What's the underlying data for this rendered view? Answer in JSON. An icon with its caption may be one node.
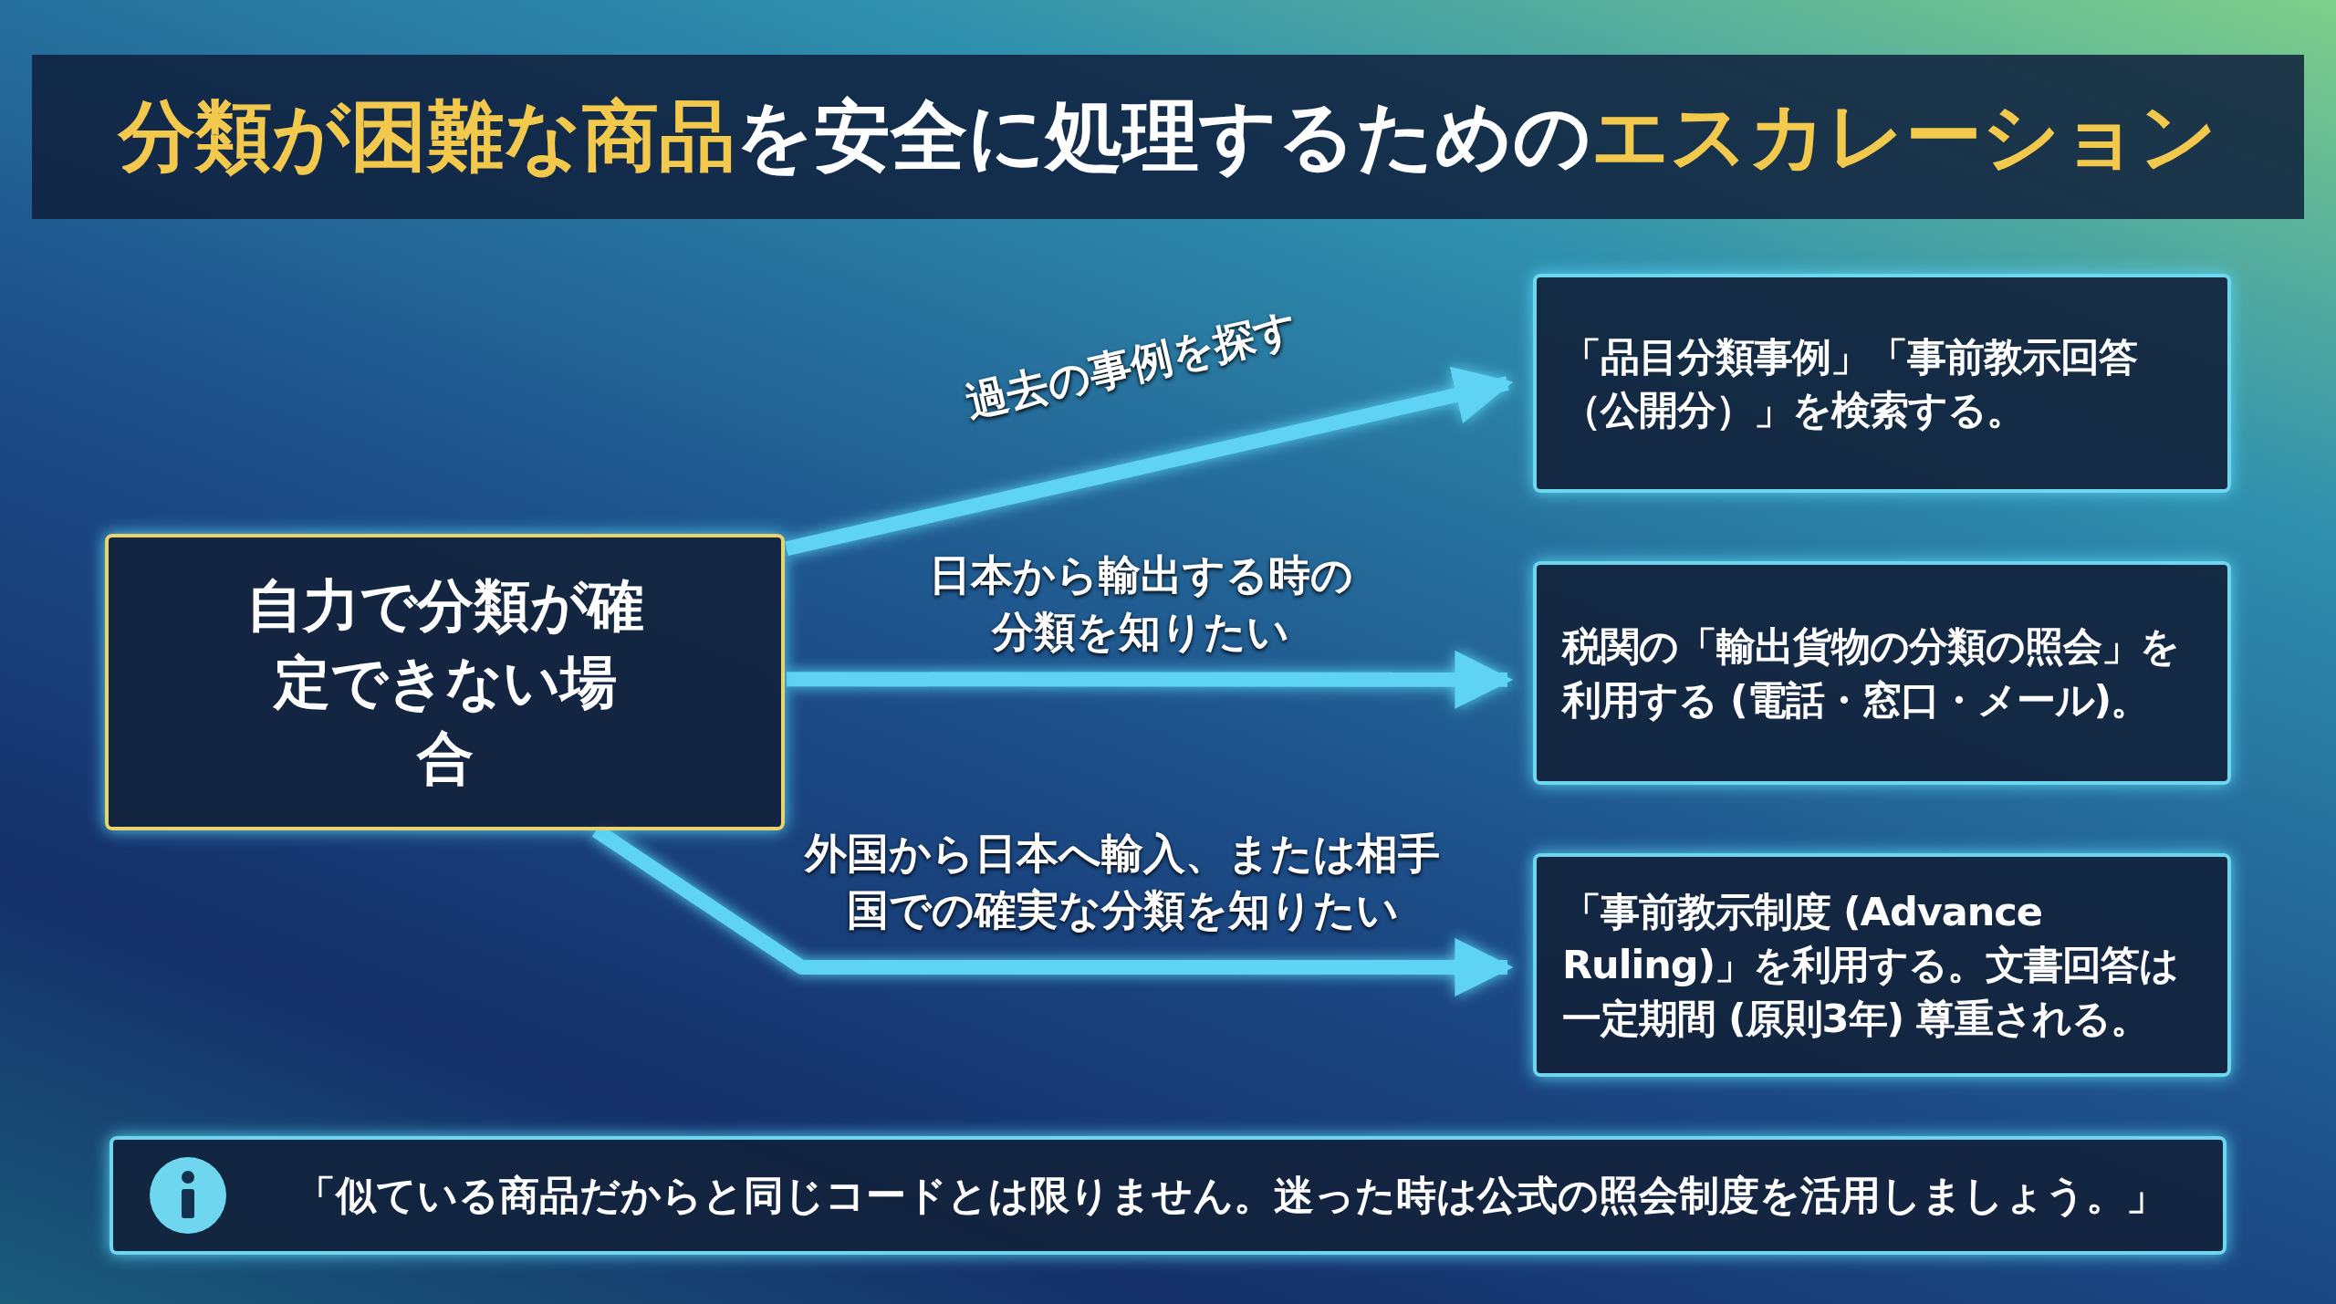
{
  "diagram": {
    "title": "**分類が困難な商品**を安全に処理するための**エスカレーション**",
    "nodes": [
      {
        "text": [
          "自力で分類が確定できない場合"
        ]
      },
      {
        "text": [
          "「品目分類事例」「事前教示回答（公開分）」を検索する。"
        ]
      },
      {
        "text": [
          "税関の「輸出貨物の分類の照会」を利用する (電話・窓口・メール)。"
        ]
      },
      {
        "text": [
          "「事前教示制度 (Advance Ruling)」を利用する。文書回答は一定期間 (原則3年) 尊重される。"
        ]
      },
      {
        "text": [
          "「似ている商品だからと同じコードとは限りません。迷った時は公式の照会制度を活用しましょう。」"
        ]
      }
    ],
    "edges": [
      {
        "from": 0,
        "to": 1,
        "arrow": "to",
        "label": "過去の事例を探す"
      },
      {
        "from": 0,
        "to": 2,
        "arrow": "to",
        "label": "日本から輸出する時の分類を知りたい"
      },
      {
        "from": 0,
        "to": 3,
        "arrow": "to",
        "label": "外国から日本へ輸入、または相手国での確実な分類を知りたい"
      }
    ]
  }
}
